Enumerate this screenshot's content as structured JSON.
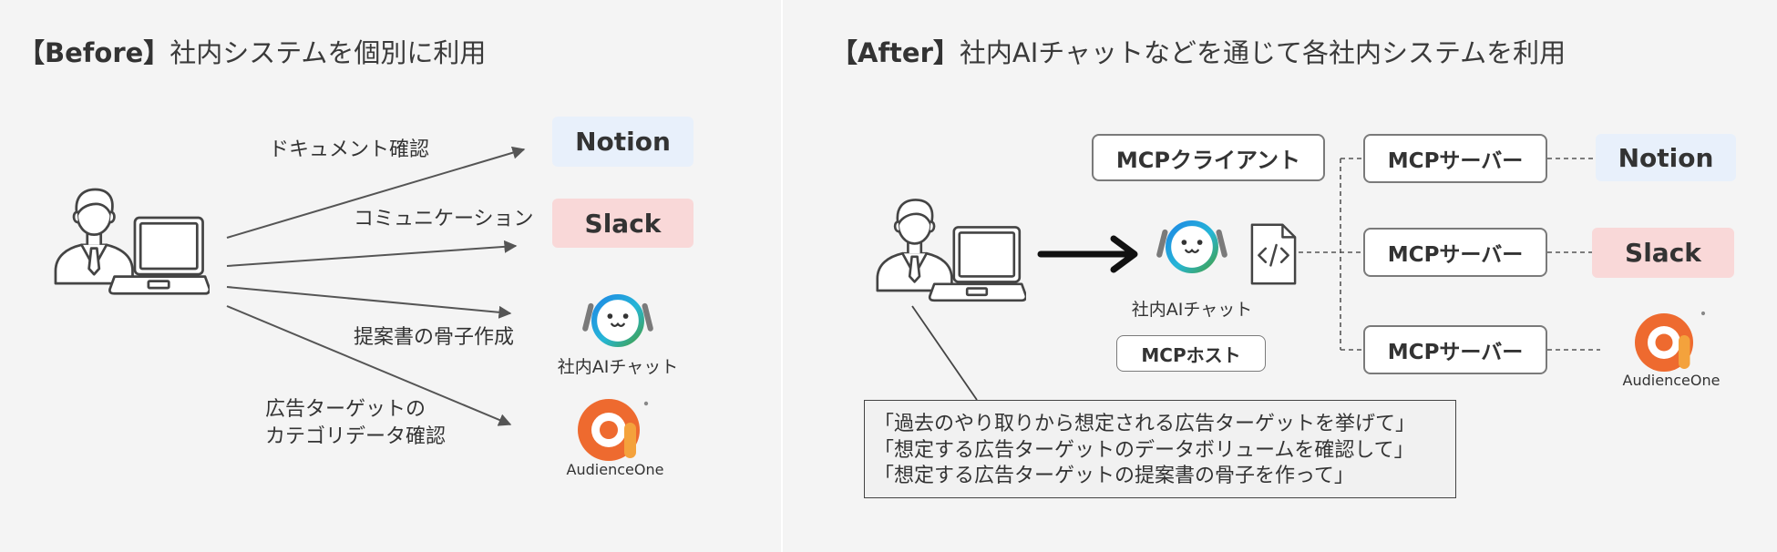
{
  "before": {
    "title_tag": "【Before】",
    "title_text": "社内システムを個別に利用",
    "tasks": {
      "document_check": "ドキュメント確認",
      "communication": "コミュニケーション",
      "proposal_outline": "提案書の骨子作成",
      "ad_target_line1": "広告ターゲットの",
      "ad_target_line2": "カテゴリデータ確認"
    },
    "tools": {
      "notion": "Notion",
      "slack": "Slack",
      "ai_chat": "社内AIチャット",
      "audienceone": "AudienceOne"
    }
  },
  "after": {
    "title_tag": "【After】",
    "title_text": "社内AIチャットなどを通じて各社内システムを利用",
    "mcp_client": "MCPクライアント",
    "ai_chat": "社内AIチャット",
    "mcp_host": "MCPホスト",
    "mcp_servers": [
      "MCPサーバー",
      "MCPサーバー",
      "MCPサーバー"
    ],
    "tools": {
      "notion": "Notion",
      "slack": "Slack",
      "audienceone": "AudienceOne"
    },
    "prompts": [
      "「過去のやり取りから想定される広告ターゲットを挙げて」",
      "「想定する広告ターゲットのデータボリュームを確認して」",
      "「想定する広告ターゲットの提案書の骨子を作って」"
    ]
  },
  "icons": {
    "user": "user-with-laptop-icon",
    "ai_chat": "ai-chat-bot-icon",
    "code_file": "code-file-icon",
    "audienceone": "audienceone-logo",
    "arrow": "arrow-right-icon"
  },
  "colors": {
    "background": "#f4f4f4",
    "notion_badge": "#e8f0fb",
    "slack_badge": "#f9d8d8",
    "ai_ring_start": "#1e88e5",
    "ai_ring_end": "#43a047",
    "audienceone_orange": "#ee6a2f",
    "audienceone_gold": "#f4a23c"
  }
}
